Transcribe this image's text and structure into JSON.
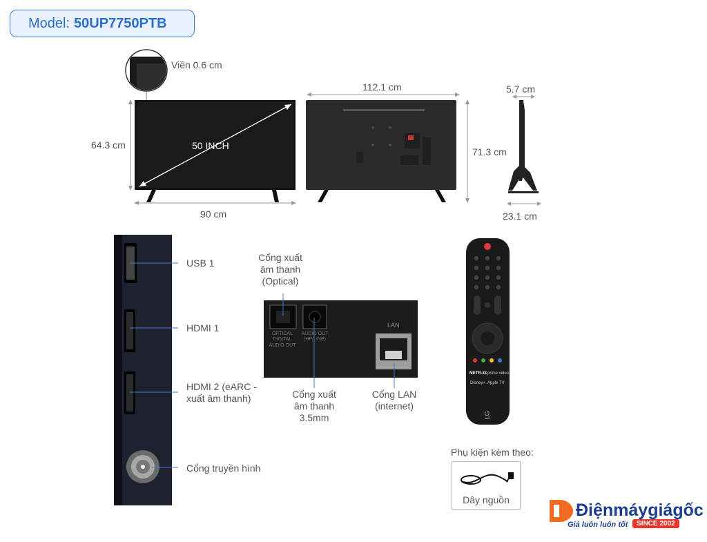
{
  "model": {
    "prefix": "Model:",
    "code": "50UP7750PTB"
  },
  "dimensions": {
    "bezel": "Viền 0.6 cm",
    "front_height": "64.3 cm",
    "front_width": "90 cm",
    "screen_size": "50 INCH",
    "back_width": "112.1 cm",
    "back_height": "71.3 cm",
    "side_depth_top": "5.7 cm",
    "side_depth_base": "23.1 cm"
  },
  "ports_side": {
    "usb": "USB 1",
    "hdmi1": "HDMI 1",
    "hdmi2": "HDMI 2 (eARC -\nxuất âm thanh)",
    "antenna": "Cổng truyền hình"
  },
  "ports_rear": {
    "optical": "Cổng xuất\nâm thanh\n(Optical)",
    "audio35": "Cổng xuất\nâm thanh\n3.5mm",
    "lan": "Cổng LAN\n(internet)",
    "panel_lan_label": "LAN",
    "panel_optical_print": "OPTICAL\nDIGITAL\nAUDIO OUT",
    "panel_audio_print": "AUDIO OUT\n(HP/LINE)"
  },
  "remote": {
    "brand": "LG",
    "buttons": [
      "NETFLIX",
      "prime video",
      "Disney+",
      "Apple TV"
    ]
  },
  "accessories": {
    "title": "Phụ kiện kèm theo:",
    "cable": "Dây nguồn"
  },
  "brand": {
    "name": "Điệnmáygiágốc",
    "tagline": "Giá luôn luôn tốt",
    "since": "SINCE 2002"
  },
  "colors": {
    "accent": "#2a6fcf",
    "brand_orange": "#f26b21",
    "brand_blue": "#1b3f8f",
    "since_red": "#e8342a"
  }
}
